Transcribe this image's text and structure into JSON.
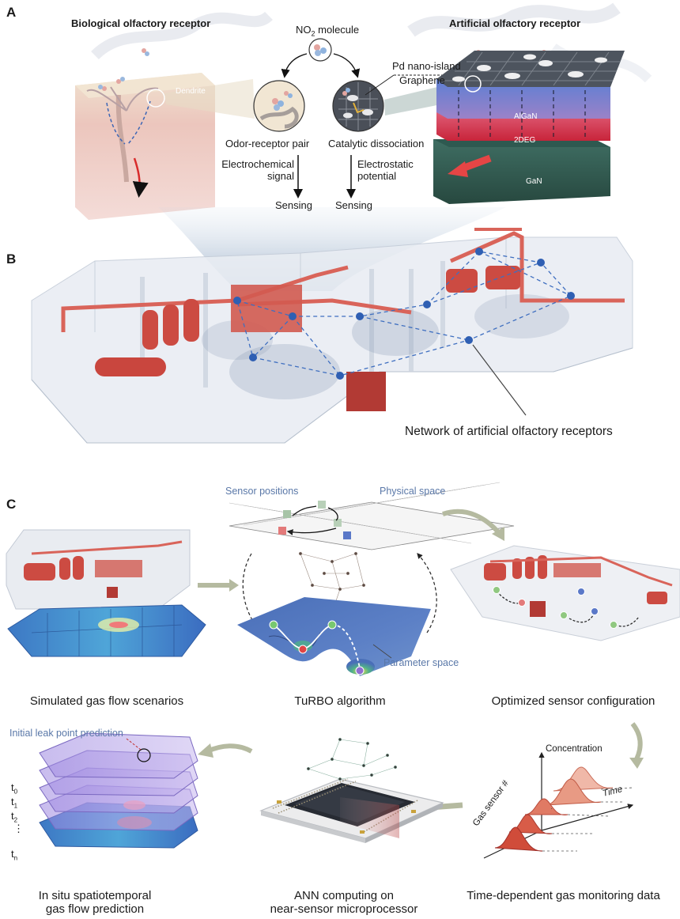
{
  "panelA": {
    "letter": "A",
    "bio_title": "Biological olfactory receptor",
    "art_title": "Artificial olfactory receptor",
    "no2_main": "NO",
    "no2_sub": "2",
    "no2_rest": " molecule",
    "dendrite": "Dendrite",
    "odor_pair": "Odor-receptor pair",
    "catalytic": "Catalytic dissociation",
    "electrochemical_l1": "Electrochemical",
    "electrochemical_l2": "signal",
    "electrostatic_l1": "Electrostatic",
    "electrostatic_l2": "potential",
    "sensing_left": "Sensing",
    "sensing_right": "Sensing",
    "pd": "Pd nano-island",
    "graphene": "Graphene",
    "algan": "AlGaN",
    "twodeg": "2DEG",
    "gan": "GaN"
  },
  "panelB": {
    "letter": "B",
    "network_label": "Network of artificial olfactory receptors"
  },
  "panelC": {
    "letter": "C",
    "sensor_positions": "Sensor positions",
    "physical_space": "Physical space",
    "parameter_space": "Parameter space",
    "cap_sim": "Simulated gas flow scenarios",
    "cap_turbo": "TuRBO algorithm",
    "cap_opt": "Optimized sensor configuration",
    "initial_leak": "Initial leak point prediction",
    "t0": "t",
    "t0s": "0",
    "t1": "t",
    "t1s": "1",
    "t2": "t",
    "t2s": "2",
    "tdots": "⋮",
    "tn": "t",
    "tns": "n",
    "concentration": "Concentration",
    "time": "Time",
    "gas_sensor": "Gas sensor #",
    "cap_insitu_l1": "In situ spatiotemporal",
    "cap_insitu_l2": "gas flow prediction",
    "cap_ann_l1": "ANN computing on",
    "cap_ann_l2": "near-sensor microprocessor",
    "cap_time_dep": "Time-dependent gas monitoring data"
  }
}
